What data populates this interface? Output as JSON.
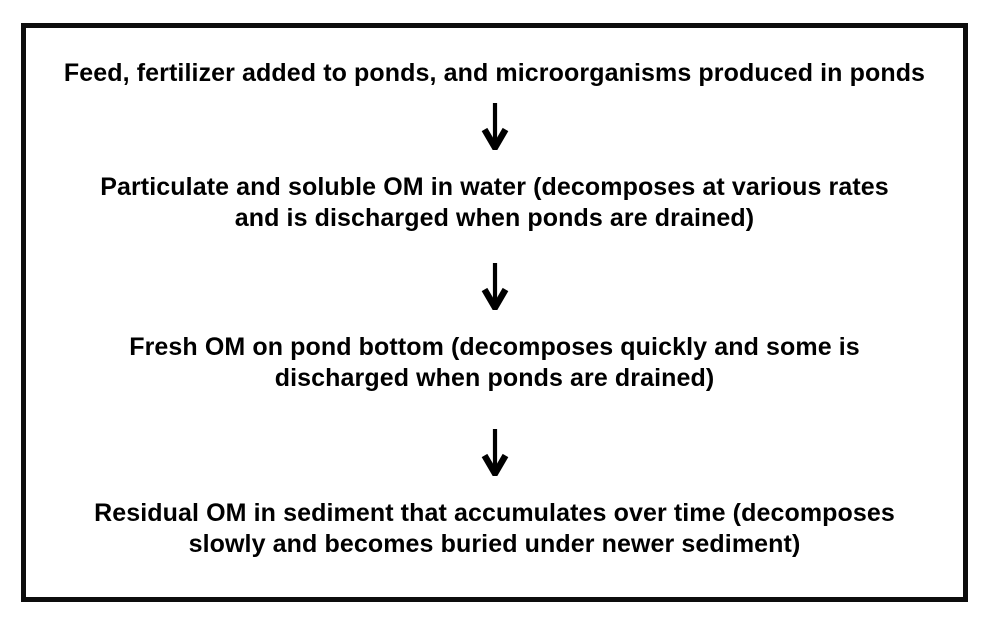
{
  "figure": {
    "type": "flowchart",
    "orientation": "top-down",
    "colors": {
      "text": "#000000",
      "border": "#0d0d0d",
      "background": "#ffffff",
      "arrow": "#000000"
    },
    "icons": {
      "down_arrow": "↓"
    },
    "blocks": [
      {
        "id": "inputs",
        "lines": [
          "Feed, fertilizer added to ponds, and microorganisms produced in ponds"
        ]
      },
      {
        "id": "water-om",
        "lines": [
          "Particulate and soluble OM in water (decomposes at various rates",
          "and is discharged when ponds are drained)"
        ]
      },
      {
        "id": "fresh-om",
        "lines": [
          "Fresh OM on pond bottom (decomposes quickly and some is",
          "discharged when ponds are drained)"
        ]
      },
      {
        "id": "residual-om",
        "lines": [
          "Residual OM in sediment that accumulates over time (decomposes",
          "slowly and becomes buried under newer sediment)"
        ]
      }
    ]
  }
}
